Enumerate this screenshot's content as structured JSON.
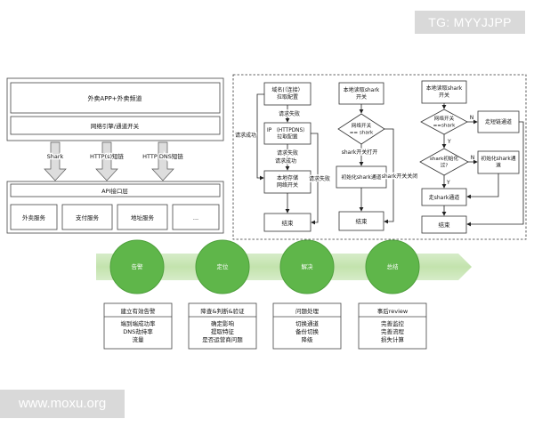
{
  "watermark_top": "TG: MYYJJPP",
  "watermark_bottom": "www.moxu.org",
  "left_arch": {
    "app_title": "外卖APP+外卖频道",
    "network_switch": "网络引擎/通道开关",
    "channels": [
      "Shark",
      "HTTP(s)短链",
      "HTTP DNS短链"
    ],
    "api_layer": "API接口层",
    "services": [
      "外卖服务",
      "支付服务",
      "地址服务",
      "..."
    ]
  },
  "flow1": {
    "domain_box": "域名(（连接）\n拉取配置",
    "fail1": "请求失败",
    "ip_box": "IP （HTTPDNS）\n拉取配置",
    "fail2": "请求失败",
    "success_left": "请求成功",
    "success_mid": "请求成功",
    "fail_right": "请求失败",
    "local_box": "本地存储\n网络开关",
    "end": "结束"
  },
  "flow2": {
    "read_box": "本地读取shark\n开关",
    "decision": "网络开关\n== shark",
    "open_label": "shark开关打开",
    "close_label": "shark开关关闭",
    "init_box": "初始化shark通道",
    "end": "结束"
  },
  "flow3": {
    "read_box": "本地读取shark\n开关",
    "decision1": "网络开关\n==shark",
    "short_box": "走短链通道",
    "n1": "N",
    "y1": "Y",
    "decision2": "shark初始化\n过?",
    "n2": "N",
    "y2": "Y",
    "init_box": "初始化shark通\n道",
    "go_shark": "走shark通道",
    "end": "结束"
  },
  "stages": [
    {
      "label": "告警",
      "title": "建立有效告警",
      "items": [
        "端到端成功率",
        "DNS劫持率",
        "流量"
      ]
    },
    {
      "label": "定位",
      "title": "降查&判断&验证",
      "items": [
        "确定影响",
        "提取特征",
        "是否运营商问题"
      ]
    },
    {
      "label": "解决",
      "title": "问题处理",
      "items": [
        "切换通道",
        "备份切换",
        "降级"
      ]
    },
    {
      "label": "总结",
      "title": "事后review",
      "items": [
        "完善监控",
        "完善流程",
        "损失计算"
      ]
    }
  ]
}
